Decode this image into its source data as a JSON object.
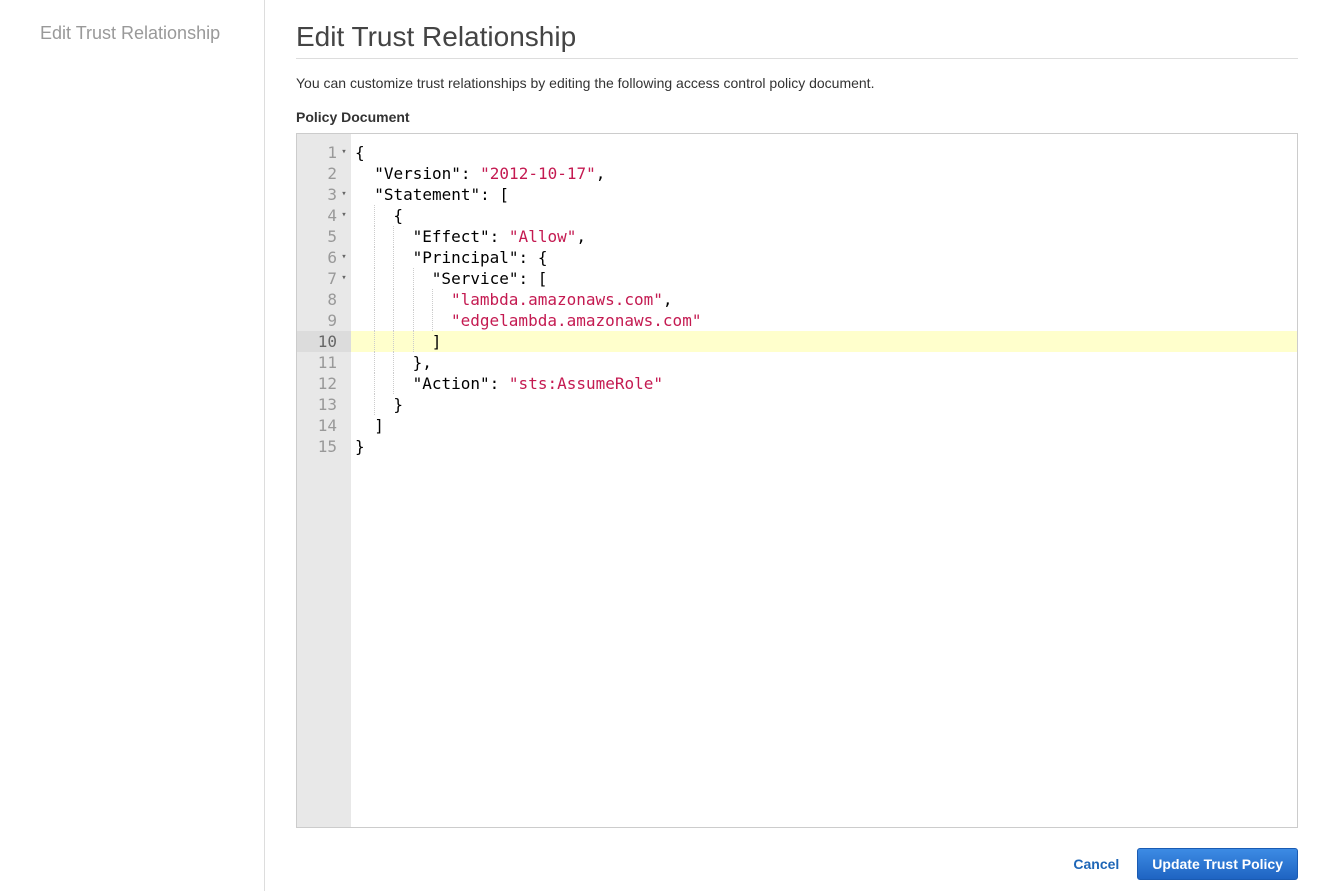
{
  "sidebar": {
    "items": [
      {
        "label": "Edit Trust Relationship"
      }
    ]
  },
  "main": {
    "title": "Edit Trust Relationship",
    "description": "You can customize trust relationships by editing the following access control policy document.",
    "section_label": "Policy Document"
  },
  "editor": {
    "active_line": 10,
    "lines": [
      {
        "num": "1",
        "fold": true,
        "indent": 0,
        "segments": [
          {
            "t": "{",
            "s": false
          }
        ]
      },
      {
        "num": "2",
        "fold": false,
        "indent": 1,
        "segments": [
          {
            "t": "\"Version\": ",
            "s": false
          },
          {
            "t": "\"2012-10-17\"",
            "s": true
          },
          {
            "t": ",",
            "s": false
          }
        ]
      },
      {
        "num": "3",
        "fold": true,
        "indent": 1,
        "segments": [
          {
            "t": "\"Statement\": [",
            "s": false
          }
        ]
      },
      {
        "num": "4",
        "fold": true,
        "indent": 2,
        "segments": [
          {
            "t": "{",
            "s": false
          }
        ]
      },
      {
        "num": "5",
        "fold": false,
        "indent": 3,
        "segments": [
          {
            "t": "\"Effect\": ",
            "s": false
          },
          {
            "t": "\"Allow\"",
            "s": true
          },
          {
            "t": ",",
            "s": false
          }
        ]
      },
      {
        "num": "6",
        "fold": true,
        "indent": 3,
        "segments": [
          {
            "t": "\"Principal\": {",
            "s": false
          }
        ]
      },
      {
        "num": "7",
        "fold": true,
        "indent": 4,
        "segments": [
          {
            "t": "\"Service\": [",
            "s": false
          }
        ]
      },
      {
        "num": "8",
        "fold": false,
        "indent": 5,
        "segments": [
          {
            "t": "\"lambda.amazonaws.com\"",
            "s": true
          },
          {
            "t": ",",
            "s": false
          }
        ]
      },
      {
        "num": "9",
        "fold": false,
        "indent": 5,
        "segments": [
          {
            "t": "\"edgelambda.amazonaws.com\"",
            "s": true
          }
        ]
      },
      {
        "num": "10",
        "fold": false,
        "indent": 4,
        "segments": [
          {
            "t": "]",
            "s": false
          }
        ]
      },
      {
        "num": "11",
        "fold": false,
        "indent": 3,
        "segments": [
          {
            "t": "},",
            "s": false
          }
        ]
      },
      {
        "num": "12",
        "fold": false,
        "indent": 3,
        "segments": [
          {
            "t": "\"Action\": ",
            "s": false
          },
          {
            "t": "\"sts:AssumeRole\"",
            "s": true
          }
        ]
      },
      {
        "num": "13",
        "fold": false,
        "indent": 2,
        "segments": [
          {
            "t": "}",
            "s": false
          }
        ]
      },
      {
        "num": "14",
        "fold": false,
        "indent": 1,
        "segments": [
          {
            "t": "]",
            "s": false
          }
        ]
      },
      {
        "num": "15",
        "fold": false,
        "indent": 0,
        "segments": [
          {
            "t": "}",
            "s": false
          }
        ]
      }
    ]
  },
  "actions": {
    "cancel_label": "Cancel",
    "submit_label": "Update Trust Policy"
  },
  "icons": {
    "fold": "fold-arrow-icon"
  },
  "colors": {
    "string": "#c41a51",
    "primary": "#1f64c2",
    "link": "#1e66b7",
    "active_line": "#ffffcc"
  }
}
